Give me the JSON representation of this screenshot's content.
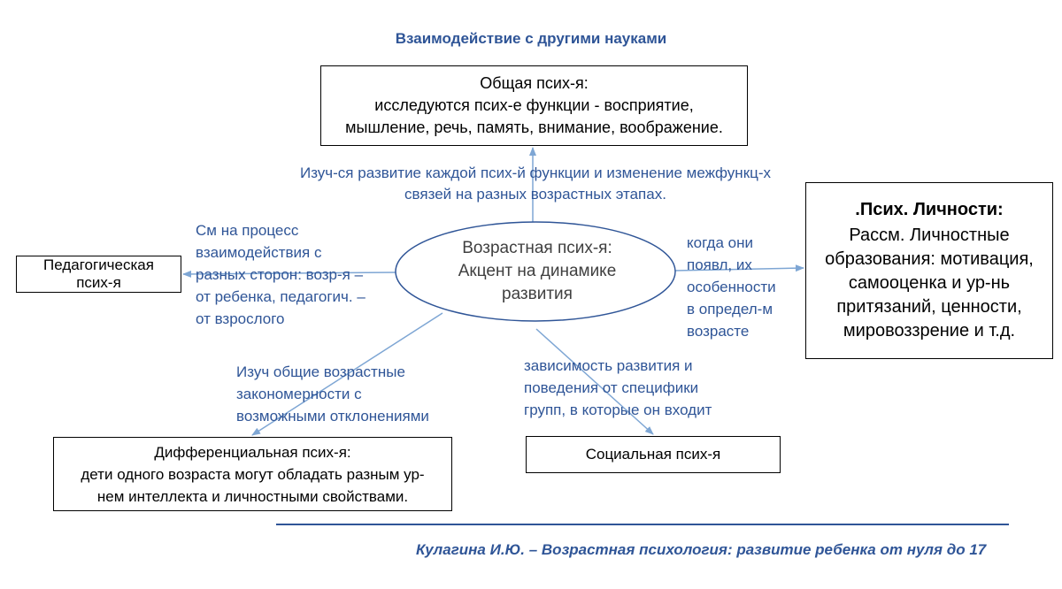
{
  "title": "Взаимодействие с другими науками",
  "center": {
    "lines": [
      "Возрастная псих-я:",
      "Акцент на динамике",
      "развития"
    ]
  },
  "boxes": {
    "general": {
      "lines": [
        "Общая псих-я:",
        "исследуются псих-е функции - восприятие,",
        "мышление, речь, память, внимание, воображение."
      ]
    },
    "personality": {
      "heading": ".Псих. Личности:",
      "lines": [
        "Рассм. Личностные",
        "образования: мотивация,",
        "самооценка и ур-нь",
        "притязаний, ценности,",
        "мировоззрение и т.д."
      ]
    },
    "pedagogical": {
      "lines": [
        "Педагогическая",
        "псих-я"
      ]
    },
    "differential": {
      "lines": [
        "Дифференциальная псих-я:",
        "дети одного возраста могут обладать разным ур-",
        "нем интеллекта и личностными свойствами."
      ]
    },
    "social": {
      "lines": [
        "Социальная псих-я"
      ]
    }
  },
  "notes": {
    "top": [
      "Изуч-ся развитие каждой псих-й функции и изменение межфункц-х",
      "связей на разных возрастных этапах."
    ],
    "left": [
      "См на процесс",
      "взаимодействия с",
      "разных сторон: возр-я –",
      "от ребенка, педагогич. –",
      "от взрослого"
    ],
    "right": [
      "когда они",
      "появл, их",
      "особенности",
      "в определ-м",
      "возрасте"
    ],
    "differential": [
      "Изуч общие возрастные",
      "закономерности с",
      "возможными отклонениями"
    ],
    "social": [
      "зависимость развития и",
      "поведения от специфики",
      "групп, в которые он входит"
    ]
  },
  "footer": "Кулагина И.Ю. – Возрастная психология: развитие ребенка от нуля до 17",
  "colors": {
    "text_accent": "#2f5597",
    "arrow": "#7ea6d4",
    "ellipse_border": "#2f5597",
    "footer_rule": "#2f5597"
  }
}
